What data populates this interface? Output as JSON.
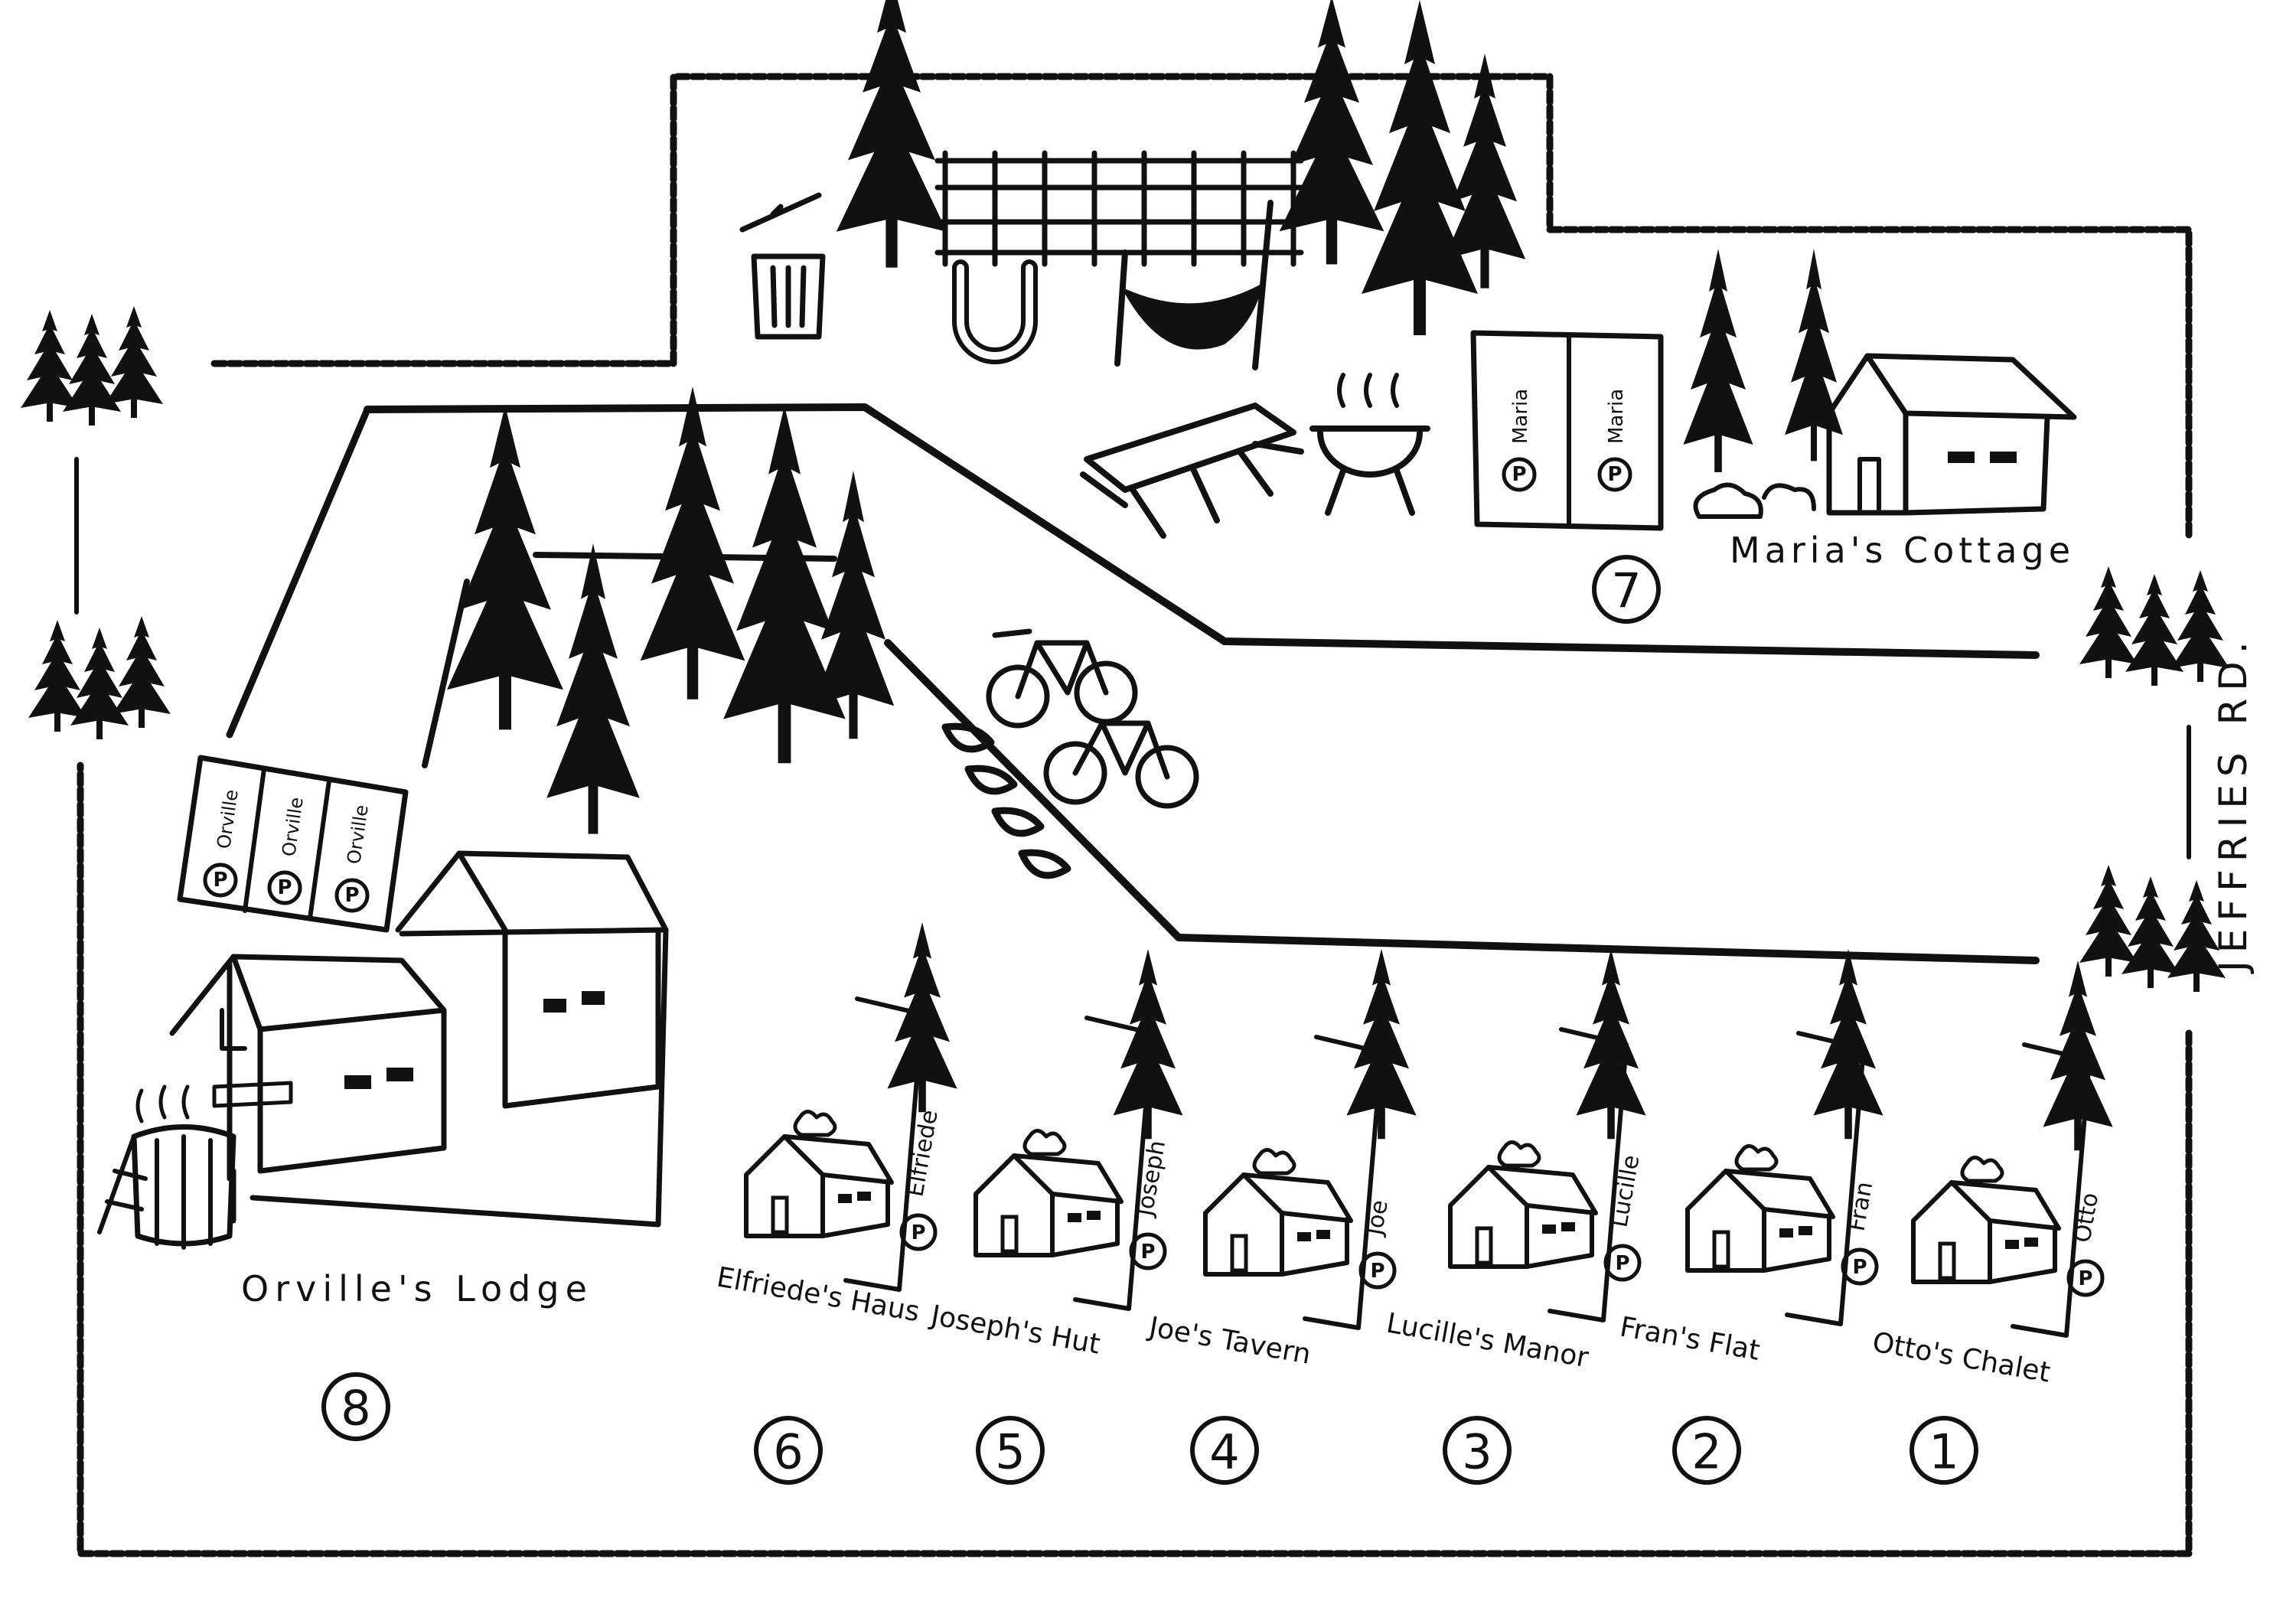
{
  "road": {
    "label": "JEFFRIES RD."
  },
  "cabins": [
    {
      "number": "1",
      "name": "Otto's Chalet",
      "parking": "Otto"
    },
    {
      "number": "2",
      "name": "Fran's Flat",
      "parking": "Fran"
    },
    {
      "number": "3",
      "name": "Lucille's Manor",
      "parking": "Lucille"
    },
    {
      "number": "4",
      "name": "Joe's Tavern",
      "parking": "Joe"
    },
    {
      "number": "5",
      "name": "Joseph's Hut",
      "parking": "Joseph"
    },
    {
      "number": "6",
      "name": "Elfriede's Haus",
      "parking": "Elfriede"
    }
  ],
  "maria": {
    "number": "7",
    "name": "Maria's Cottage",
    "parking": [
      "Maria",
      "Maria"
    ]
  },
  "orville": {
    "number": "8",
    "name": "Orville's Lodge",
    "parking": [
      "Orville",
      "Orville",
      "Orville"
    ]
  },
  "parking_symbol": "P",
  "amenities": [
    "trash-can",
    "horseshoe-pit",
    "fence",
    "hammock",
    "picnic-table",
    "bbq-grill",
    "bicycles",
    "bike-rack",
    "hot-tub"
  ],
  "colors": {
    "ink": "#111111",
    "paper": "#ffffff"
  }
}
